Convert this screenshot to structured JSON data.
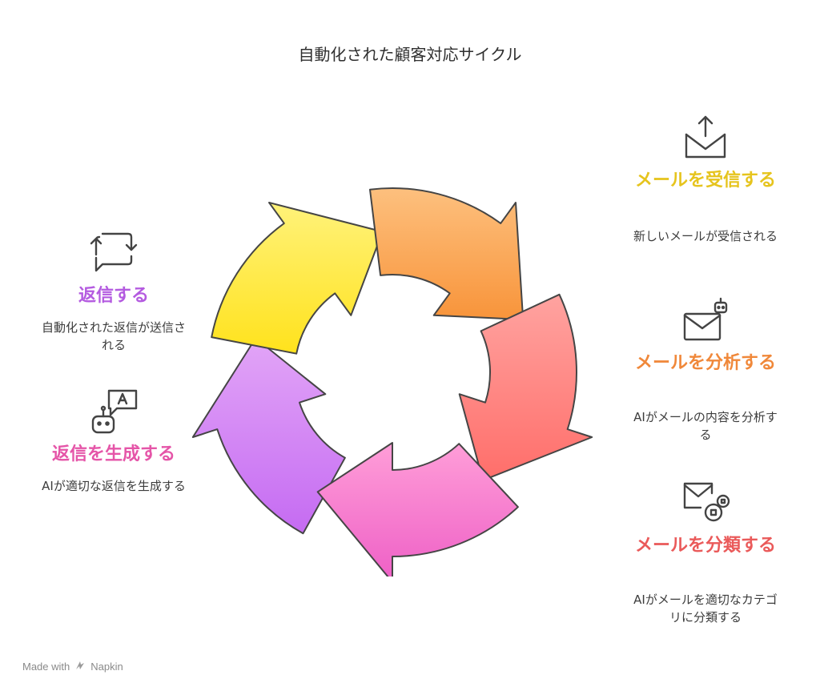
{
  "title": "自動化された顧客対応サイクル",
  "stages": [
    {
      "id": "receive",
      "title": "メールを受信する",
      "description": "新しいメールが受信される",
      "color": "#e6c41d",
      "icon": "envelope-upload-icon"
    },
    {
      "id": "analyze",
      "title": "メールを分析する",
      "description": "AIがメールの内容を分析する",
      "color": "#f0883a",
      "icon": "envelope-robot-icon"
    },
    {
      "id": "classify",
      "title": "メールを分類する",
      "description": "AIがメールを適切なカテゴリに分類する",
      "color": "#ea5a5a",
      "icon": "envelope-categories-icon"
    },
    {
      "id": "generate",
      "title": "返信を生成する",
      "description": "AIが適切な返信を生成する",
      "color": "#e555a8",
      "icon": "robot-chat-icon"
    },
    {
      "id": "reply",
      "title": "返信する",
      "description": "自動化された返信が送信される",
      "color": "#b45be0",
      "icon": "chat-reply-icon"
    }
  ],
  "footer": {
    "text": "Made with",
    "brand": "Napkin",
    "icon": "napkin-logo-icon"
  }
}
